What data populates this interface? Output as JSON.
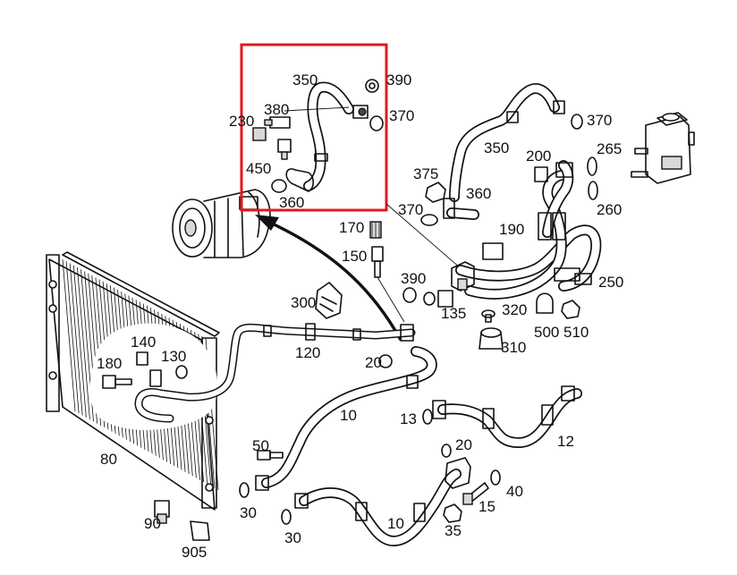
{
  "diagram": {
    "highlight_color": "#e0191f",
    "arrow_color": "#111111",
    "labels": {
      "p10a": "10",
      "p10b": "10",
      "p12": "12",
      "p13": "13",
      "p15": "15",
      "p20a": "20",
      "p20b": "20",
      "p30a": "30",
      "p30b": "30",
      "p35": "35",
      "p40": "40",
      "p50": "50",
      "p80": "80",
      "p90": "90",
      "p120": "120",
      "p130": "130",
      "p135": "135",
      "p140": "140",
      "p150": "150",
      "p170": "170",
      "p180": "180",
      "p190": "190",
      "p200": "200",
      "p230": "230",
      "p250": "250",
      "p260": "260",
      "p265": "265",
      "p300": "300",
      "p310": "310",
      "p320": "320",
      "p350a": "350",
      "p350b": "350",
      "p360a": "360",
      "p360b": "360",
      "p370a": "370",
      "p370b": "370",
      "p370c": "370",
      "p375": "375",
      "p380": "380",
      "p390a": "390",
      "p390b": "390",
      "p450": "450",
      "p500": "500",
      "p510": "510",
      "p905": "905"
    }
  }
}
